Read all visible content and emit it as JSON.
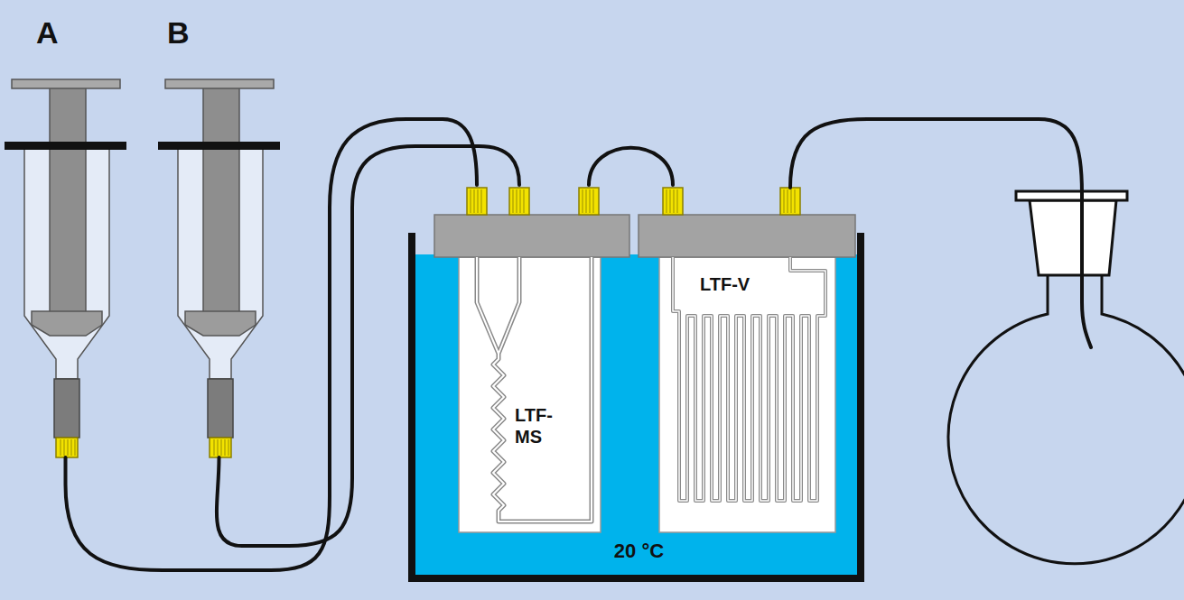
{
  "diagram": {
    "nodes": [
      {
        "text": [
          "A"
        ]
      },
      {
        "text": [
          "B"
        ]
      },
      {
        "text": [
          "20 °C"
        ]
      },
      {
        "text": [
          "LTF- MS"
        ],
        "in": 2
      },
      {
        "text": [
          "LTF-V"
        ],
        "in": 2
      }
    ],
    "edges": [
      {
        "from": 0,
        "to": 3,
        "arrow": "none"
      },
      {
        "from": 1,
        "to": 3,
        "arrow": "none"
      },
      {
        "from": 3,
        "to": 4,
        "arrow": "none"
      }
    ]
  }
}
